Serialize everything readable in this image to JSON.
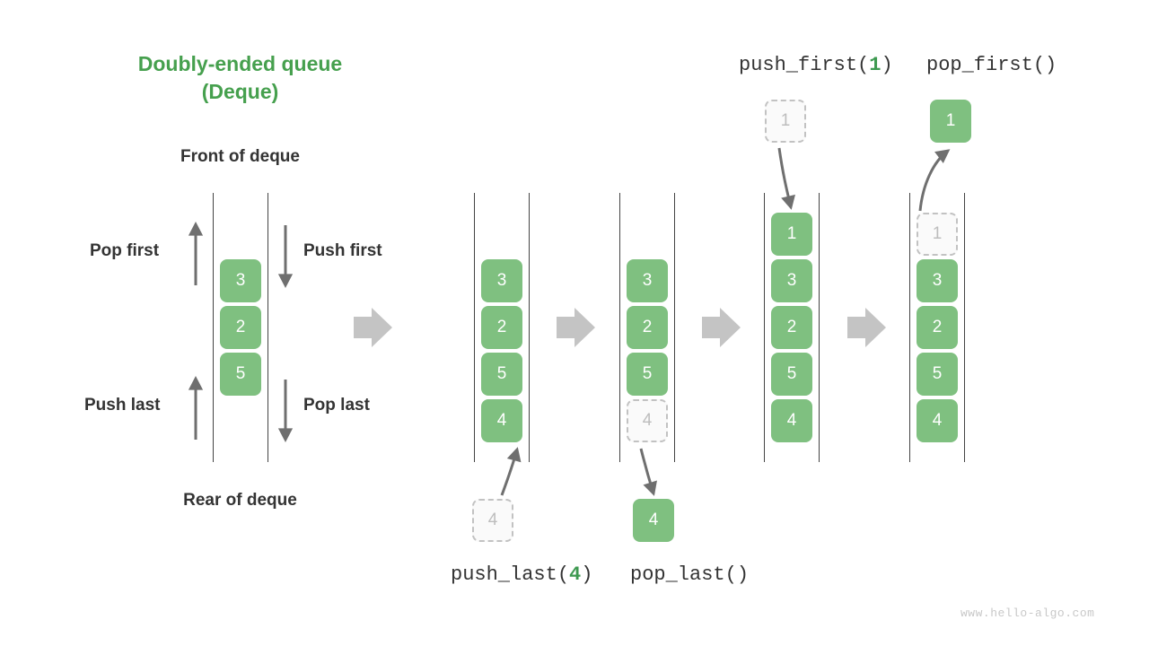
{
  "title": {
    "line1": "Doubly-ended queue",
    "line2": "(Deque)"
  },
  "labels": {
    "front": "Front of deque",
    "rear": "Rear of deque",
    "pop_first": "Pop first",
    "push_first": "Push first",
    "push_last": "Push last",
    "pop_last": "Pop last"
  },
  "operations": {
    "push_first": {
      "name": "push_first(",
      "arg": "1",
      "close": ")"
    },
    "pop_first": {
      "name": "pop_first()",
      "arg": "",
      "close": ""
    },
    "push_last": {
      "name": "push_last(",
      "arg": "4",
      "close": ")"
    },
    "pop_last": {
      "name": "pop_last()",
      "arg": "",
      "close": ""
    }
  },
  "panels": [
    {
      "id": "initial",
      "cells": [
        {
          "v": "3",
          "state": "filled"
        },
        {
          "v": "2",
          "state": "filled"
        },
        {
          "v": "5",
          "state": "filled"
        }
      ]
    },
    {
      "id": "after-push-last",
      "cells": [
        {
          "v": "3",
          "state": "filled"
        },
        {
          "v": "2",
          "state": "filled"
        },
        {
          "v": "5",
          "state": "filled"
        },
        {
          "v": "4",
          "state": "filled"
        }
      ]
    },
    {
      "id": "before-pop-last",
      "cells": [
        {
          "v": "3",
          "state": "filled"
        },
        {
          "v": "2",
          "state": "filled"
        },
        {
          "v": "5",
          "state": "filled"
        },
        {
          "v": "4",
          "state": "ghost"
        }
      ]
    },
    {
      "id": "after-push-first",
      "cells": [
        {
          "v": "1",
          "state": "filled"
        },
        {
          "v": "3",
          "state": "filled"
        },
        {
          "v": "2",
          "state": "filled"
        },
        {
          "v": "5",
          "state": "filled"
        },
        {
          "v": "4",
          "state": "filled"
        }
      ]
    },
    {
      "id": "before-pop-first",
      "cells": [
        {
          "v": "1",
          "state": "ghost"
        },
        {
          "v": "3",
          "state": "filled"
        },
        {
          "v": "2",
          "state": "filled"
        },
        {
          "v": "5",
          "state": "filled"
        },
        {
          "v": "4",
          "state": "filled"
        }
      ]
    }
  ],
  "floating_boxes": {
    "push_last_source": {
      "value": "4",
      "state": "ghost"
    },
    "pop_last_result": {
      "value": "4",
      "state": "filled"
    },
    "push_first_source": {
      "value": "1",
      "state": "ghost"
    },
    "pop_first_result": {
      "value": "1",
      "state": "filled"
    }
  },
  "colors": {
    "accent_green": "#46a04e",
    "cell_green": "#7fc080",
    "ghost_gray": "#bdbdbd",
    "arrow_gray": "#8c8c8c",
    "transition_arrow": "#c4c4c4",
    "text_dark": "#333333"
  },
  "watermark": "www.hello-algo.com"
}
